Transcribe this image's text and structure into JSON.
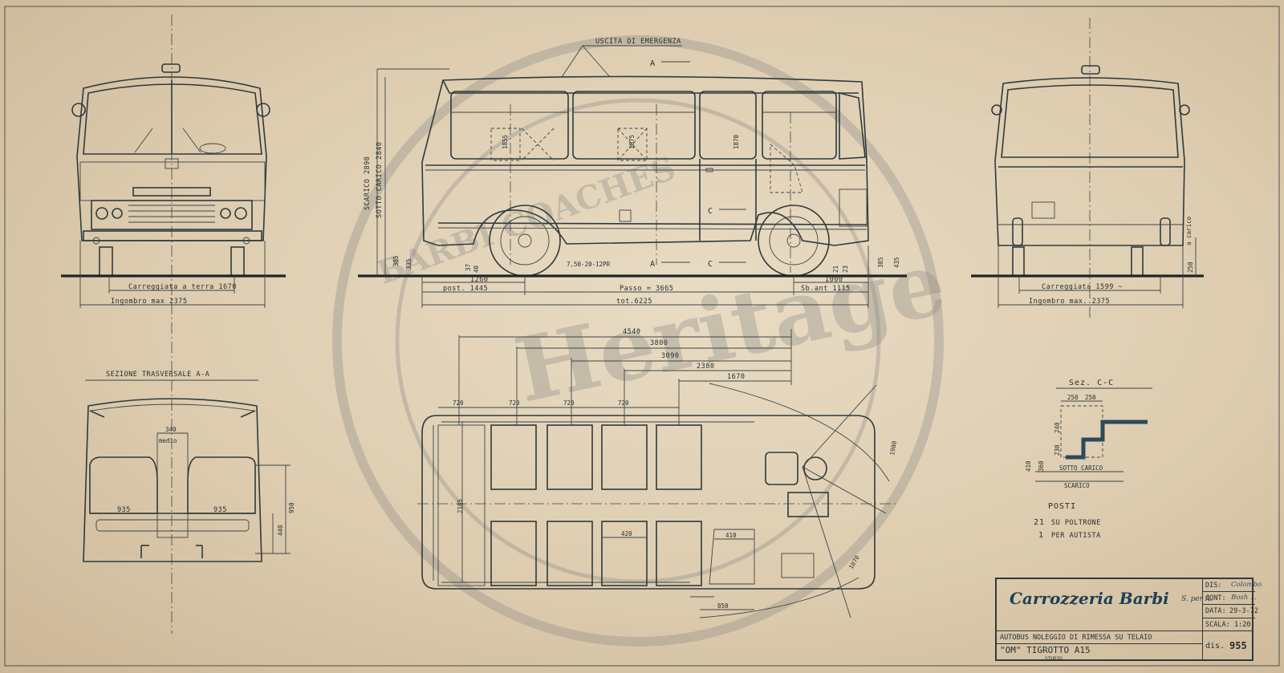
{
  "views": {
    "front": {
      "track_label": "Carreggiata a terra 1670",
      "overall_label": "Ingombro max   2375"
    },
    "side": {
      "emergency_exit": "USCITA DI EMERGENZA",
      "height_unloaded": "SCARICO 2890",
      "height_loaded": "SOTTO CARICO 2840",
      "tyre": "7,50-20-12PR",
      "seat_heights": [
        "1855",
        "1875",
        "1870"
      ],
      "left_heights": [
        "385",
        "335",
        "37",
        "40"
      ],
      "right_heights": [
        "385",
        "435",
        "21",
        "23"
      ],
      "dims": {
        "rear_wheel": "1260",
        "rear_overhang": "post.   1445",
        "wheelbase": "Passo = 3665",
        "front_overhang": "Sb.ant 1115",
        "front_wheel": "1000",
        "total": "tot.6225"
      },
      "section_marks": {
        "a": "A",
        "c": "C"
      }
    },
    "rear": {
      "track_label": "Carreggiata    1599 ~",
      "overall_label": "Ingombro max.    2375",
      "loaded_label": "a carico",
      "ground_clear": "250"
    },
    "section_aa": {
      "title": "SEZIONE TRASVERSALE   A-A",
      "aisle": "340",
      "aisle_label": "medio",
      "seat_width_left": "935",
      "seat_width_right": "935",
      "seat_height": "440",
      "back_height": "950"
    },
    "plan": {
      "runs": [
        "4540",
        "3800",
        "3090",
        "2380",
        "1670"
      ],
      "pitches": [
        "720",
        "720",
        "720",
        "720"
      ],
      "width": "2185",
      "seat_width": "420",
      "door_width": "410",
      "step_width": "850",
      "radius_a": "1980",
      "radius_b": "1070"
    },
    "section_cc": {
      "title": "Sez.    C-C",
      "widths": [
        "250",
        "250"
      ],
      "heights": [
        "240",
        "230",
        "410",
        "360"
      ],
      "loaded": "SOTTO CARICO",
      "unloaded": "SCARICO"
    },
    "seating": {
      "title": "POSTI",
      "line1_n": "21",
      "line1_t": "SU POLTRONE",
      "line2_n": "1",
      "line2_t": "PER AUTISTA"
    }
  },
  "title_block": {
    "company": "Carrozzeria Barbi",
    "company_suffix": "S. per A.",
    "labels": {
      "dis": "DIS:",
      "cont": "CONT:",
      "data": "DATA:",
      "scala": "SCALA:"
    },
    "values": {
      "dis": "Colombo",
      "cont": "Bosh ...",
      "data": "29-3-72",
      "scala": "1:20"
    },
    "description": "AUTOBUS NOLEGGIO DI RIMESSA SU TELAIO",
    "model": "\"OM\" TIGROTTO A15",
    "studio": "STUDIO",
    "drawing_no_label": "dis.",
    "drawing_no": "955"
  },
  "watermark": {
    "script": "Heritage",
    "ring_text": "BARBI COACHES"
  }
}
